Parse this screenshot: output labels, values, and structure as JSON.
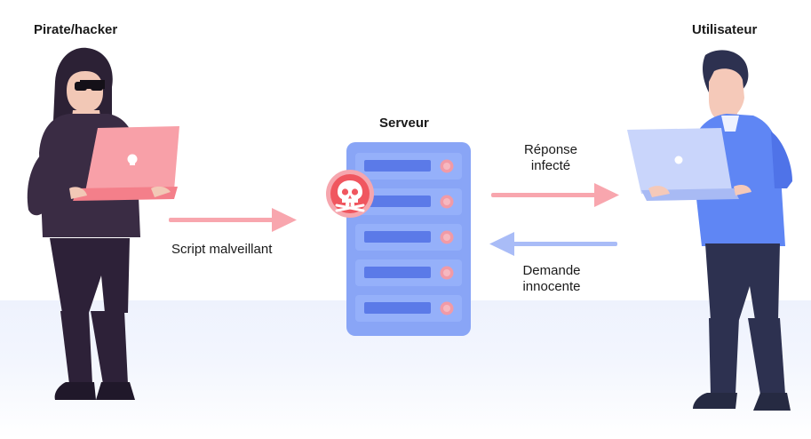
{
  "labels": {
    "hacker": "Pirate/hacker",
    "user": "Utilisateur",
    "server": "Serveur",
    "malicious_script": "Script malveillant",
    "infected_response_line1": "Réponse",
    "infected_response_line2": "infecté",
    "innocent_request_line1": "Demande",
    "innocent_request_line2": "innocente"
  },
  "colors": {
    "hacker_clothes": "#3a2c44",
    "hacker_laptop": "#f8a0a8",
    "user_shirt": "#5f86f4",
    "user_pants": "#2d3150",
    "user_laptop": "#c9d5fb",
    "server_body": "#7f9ef6",
    "server_slot": "#5b7ae8",
    "server_led": "#f19aa6",
    "skull_badge": "#f0565f",
    "arrow_malicious": "#f8a6ae",
    "arrow_request": "#a9bcf7",
    "floor": "#eef2fd"
  },
  "icons": {
    "skull": "skull-icon",
    "laptop_logo": "skull-logo-icon"
  }
}
